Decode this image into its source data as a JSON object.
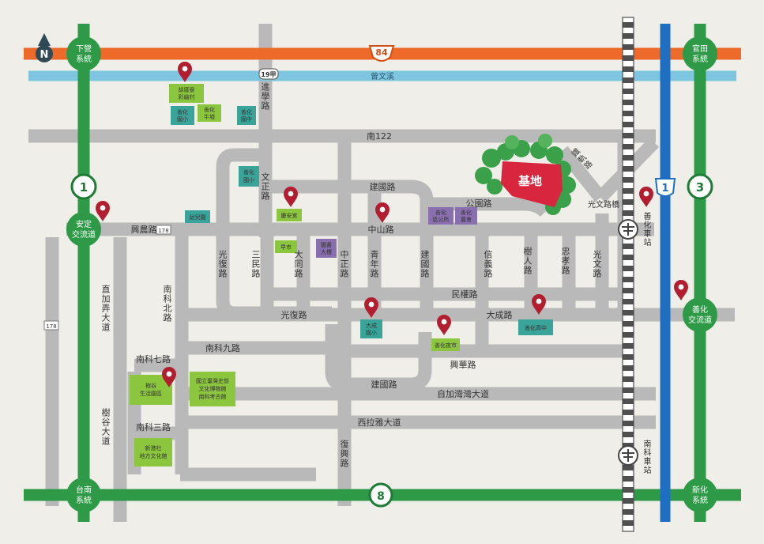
{
  "compass": {
    "label": "N"
  },
  "site": {
    "label": "基地"
  },
  "highways": {
    "h84": "84",
    "h19": "19甲",
    "h1_west": "1",
    "h1_east": "1",
    "h3": "3",
    "h8": "8",
    "h178_north": "178",
    "h178_west": "178"
  },
  "river": {
    "label": "曾文溪"
  },
  "interchanges": {
    "xiaying": [
      "下營",
      "系統"
    ],
    "guantian": [
      "官田",
      "系統"
    ],
    "anding": [
      "安定",
      "交流道"
    ],
    "shanhua": [
      "善化",
      "交流道"
    ],
    "tainan": [
      "台南",
      "系統"
    ],
    "xinhua": [
      "新化",
      "系統"
    ]
  },
  "stations": {
    "shanhua": [
      "善化",
      "車站"
    ],
    "nanke": [
      "南科",
      "車站"
    ]
  },
  "roads": {
    "nan122": "南122",
    "jianguo_north": "建國路",
    "gongyuan": "公園路",
    "zhongshan": "中山路",
    "xingnong": "興農路",
    "guangwen_bridge": "光文路橋",
    "minquan": "民權路",
    "dacheng": "大成路",
    "guangfu_h": "光復路",
    "nanke9": "南科九路",
    "xinghua": "興華路",
    "nanke7": "南科七路",
    "jianguo_south": "建國路",
    "zijia": "自加灣灣大道",
    "xilaya": "西拉雅大道",
    "nanke3": "南科三路",
    "jinxue": "進學路",
    "wenzheng": "文正路",
    "guangfu_v": "光復路",
    "sanmin": "三民路",
    "datong": "大同路",
    "zhongzheng": "中正路",
    "qingnian": "青年路",
    "jianguo_v": "建國路",
    "xinyi": "信義路",
    "shuren": "樹人路",
    "zhongxiao": "忠孝路",
    "guangwen": "光文路",
    "fuxing": "復興路",
    "zhijiawan": "直加弄大道",
    "nankebei": "南科北路",
    "shugu": "樹谷大道",
    "lirong": "鐵軌路"
  },
  "pois": {
    "hukeng": [
      "胡厝寮",
      "彩繪村"
    ],
    "shanhua_elem": [
      "善化",
      "國小"
    ],
    "niuxu": [
      "善化",
      "牛墟"
    ],
    "shanhua_middle": [
      "善化",
      "國中"
    ],
    "shanhua_nanfen": [
      "善化",
      "國小"
    ],
    "qingan": "慶安宮",
    "shanhua_office": [
      "善化",
      "區公所"
    ],
    "shanhua_farm": [
      "善化",
      "農會"
    ],
    "kindergarten": "幼兒園",
    "market": "早市",
    "library": [
      "圖書",
      "大樓"
    ],
    "daqiao": [
      "大成",
      "國小"
    ],
    "night_market": "善化夜市",
    "shanhua_high": "善化高中",
    "shugu_park": [
      "樹谷",
      "生活園區"
    ],
    "museum": [
      "國立臺灣史前",
      "文化博物館",
      "南科考古館"
    ],
    "xingang": [
      "新港社",
      "地方文化館"
    ]
  },
  "colors": {
    "background": "#efeee9",
    "road": "#b9b9b9",
    "freeway": "#2e9a47",
    "freeway_edge": "#1f7a35",
    "highway84": "#ee6a2a",
    "river": "#7ec5df",
    "hwy1_east": "#1e6fc2",
    "site": "#d7263d",
    "pin": "#b21e2f",
    "poi_teal": "#3aa39a",
    "poi_green": "#8cc63f",
    "poi_purple": "#8a6fb0",
    "railway": "#4f4f4f"
  }
}
